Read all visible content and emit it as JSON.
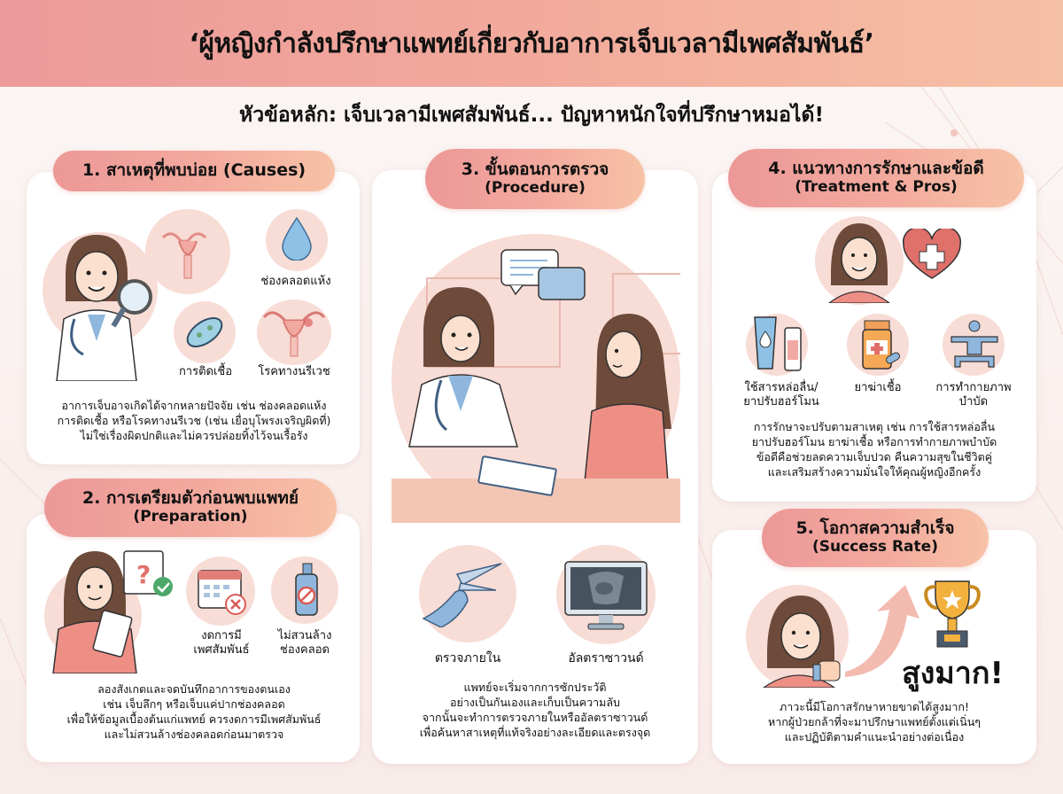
{
  "header": {
    "title": "‘ผู้หญิงกำลังปรึกษาแพทย์เกี่ยวกับอาการเจ็บเวลามีเพศสัมพันธ์’",
    "subtitle": "หัวข้อหลัก: เจ็บเวลามีเพศสัมพันธ์... ปัญหาหนักใจที่ปรึกษาหมอได้!"
  },
  "colors": {
    "header_gradient_start": "#ec9a9a",
    "header_gradient_end": "#f6c0a4",
    "pill_gradient_start": "#ec9898",
    "pill_gradient_end": "#f7c2a6",
    "circle_bg": "#f8dcd6",
    "accent_blue": "#8fb6dc",
    "shirt_coral": "#ee8f86"
  },
  "sections": {
    "causes": {
      "title_th": "1. สาเหตุที่พบบ่อย (Causes)",
      "icons": [
        {
          "icon": "doctor-magnifier-icon",
          "label": ""
        },
        {
          "icon": "uterus-anatomy-icon",
          "label": ""
        },
        {
          "icon": "water-drop-icon",
          "label": "ช่องคลอดแห้ง"
        },
        {
          "icon": "bacteria-icon",
          "label": "การติดเชื้อ"
        },
        {
          "icon": "uterus-disease-icon",
          "label": "โรคทางนรีเวช"
        }
      ],
      "body": [
        "อาการเจ็บอาจเกิดได้จากหลายปัจจัย เช่น ช่องคลอดแห้ง",
        "การติดเชื้อ หรือโรคทางนรีเวช (เช่น เยื่อบุโพรงเจริญผิดที่)",
        "ไม่ใช่เรื่องผิดปกติและไม่ควรปล่อยทิ้งไว้จนเรื้อรัง"
      ]
    },
    "preparation": {
      "title_th": "2. การเตรียมตัวก่อนพบแพทย์",
      "title_en": "(Preparation)",
      "icons": [
        {
          "icon": "woman-notepad-icon",
          "label": ""
        },
        {
          "icon": "calendar-question-check-icon",
          "label": ""
        },
        {
          "icon": "calendar-cross-icon",
          "label": "งดการมี\nเพศสัมพันธ์"
        },
        {
          "icon": "no-spray-icon",
          "label": "ไม่สวนล้าง\nช่องคลอด"
        }
      ],
      "label_a1": "งดการมี",
      "label_a2": "เพศสัมพันธ์",
      "label_b1": "ไม่สวนล้าง",
      "label_b2": "ช่องคลอด",
      "body": [
        "ลองสังเกตและจดบันทึกอาการของตนเอง",
        "เช่น เจ็บลึกๆ หรือเจ็บแค่ปากช่องคลอด",
        "เพื่อให้ข้อมูลเบื้องต้นแก่แพทย์ ควรงดการมีเพศสัมพันธ์",
        "และไม่สวนล้างช่องคลอดก่อนมาตรวจ"
      ]
    },
    "procedure": {
      "title_th": "3. ขั้นตอนการตรวจ",
      "title_en": "(Procedure)",
      "icons": [
        {
          "icon": "doctor-consultation-scene-icon",
          "label": ""
        },
        {
          "icon": "speculum-icon",
          "label": "ตรวจภายใน"
        },
        {
          "icon": "ultrasound-monitor-icon",
          "label": "อัลตราซาวนด์"
        }
      ],
      "body": [
        "แพทย์จะเริ่มจากการซักประวัติ",
        "อย่างเป็นกันเองและเก็บเป็นความลับ",
        "จากนั้นจะทำการตรวจภายในหรืออัลตราซาวนด์",
        "เพื่อค้นหาสาเหตุที่แท้จริงอย่างละเอียดและตรงจุด"
      ]
    },
    "treatment": {
      "title_th": "4. แนวทางการรักษาและข้อดี",
      "title_en": "(Treatment & Pros)",
      "icons": [
        {
          "icon": "smiling-woman-icon",
          "label": ""
        },
        {
          "icon": "heart-plus-icon",
          "label": ""
        },
        {
          "icon": "lubricant-icon",
          "label": "ใช้สารหล่อลื่น/\nยาปรับฮอร์โมน"
        },
        {
          "icon": "medicine-bottle-icon",
          "label": "ยาฆ่าเชื้อ"
        },
        {
          "icon": "physiotherapy-icon",
          "label": "การทำกายภาพ\nบำบัด"
        }
      ],
      "label_a1": "ใช้สารหล่อลื่น/",
      "label_a2": "ยาปรับฮอร์โมน",
      "label_b": "ยาฆ่าเชื้อ",
      "label_c1": "การทำกายภาพ",
      "label_c2": "บำบัด",
      "body": [
        "การรักษาจะปรับตามสาเหตุ เช่น การใช้สารหล่อลื่น",
        "ยาปรับฮอร์โมน ยาฆ่าเชื้อ หรือการทำกายภาพบำบัด",
        "ข้อดีคือช่วยลดความเจ็บปวด คืนความสุขในชีวิตคู่",
        "และเสริมสร้างความมั่นใจให้คุณผู้หญิงอีกครั้ง"
      ]
    },
    "success": {
      "title_th": "5. โอกาสความสำเร็จ",
      "title_en": "(Success Rate)",
      "icons": [
        {
          "icon": "woman-thumbs-up-icon",
          "label": ""
        },
        {
          "icon": "upward-arrow-icon",
          "label": ""
        },
        {
          "icon": "trophy-icon",
          "label": ""
        }
      ],
      "highlight": "สูงมาก!",
      "body": [
        "ภาวะนี้มีโอกาสรักษาหายขาดได้สูงมาก!",
        "หากผู้ป่วยกล้าที่จะมาปรึกษาแพทย์ตั้งแต่เนิ่นๆ",
        "และปฏิบัติตามคำแนะนำอย่างต่อเนื่อง"
      ]
    }
  }
}
